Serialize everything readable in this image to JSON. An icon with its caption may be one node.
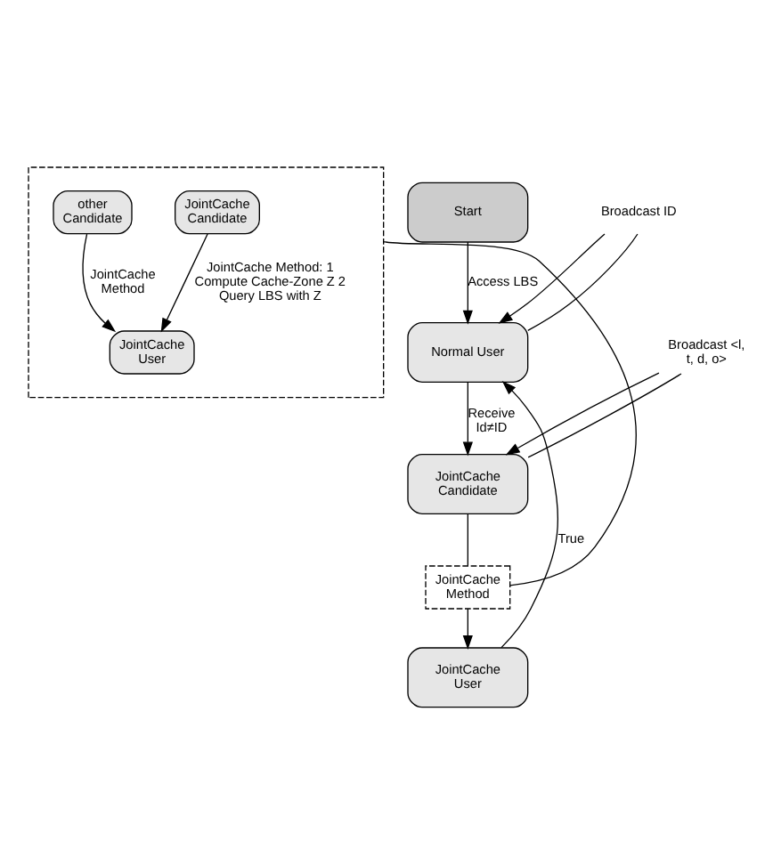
{
  "diagram": {
    "nodes": [
      {
        "text": [
          "Start"
        ]
      },
      {
        "text": [
          "Broadcast ID"
        ]
      },
      {
        "text": [
          "Normal User"
        ]
      },
      {
        "text": [
          "Broadcast <l, t, d, o>"
        ]
      },
      {
        "text": [
          "JointCache Candidate"
        ]
      },
      {
        "text": [
          "JointCache Method"
        ]
      },
      {
        "text": [
          "JointCache User"
        ]
      },
      {
        "text": [],
        "shape": "box"
      },
      {
        "text": [
          "JointCache Candidate"
        ],
        "in": 7
      },
      {
        "text": [
          "other Candidate"
        ],
        "in": 7
      },
      {
        "text": [
          "JointCache User"
        ],
        "in": 7
      }
    ],
    "edges": [
      {
        "from": 0,
        "to": 2,
        "arrow": "to",
        "label": "Access LBS"
      },
      {
        "from": 1,
        "to": 2,
        "arrow": "to"
      },
      {
        "from": 1,
        "to": 2,
        "arrow": "none"
      },
      {
        "from": 2,
        "to": 4,
        "arrow": "to",
        "label": "Receive Id≠ID"
      },
      {
        "from": 3,
        "to": 4,
        "arrow": "to"
      },
      {
        "from": 3,
        "to": 4,
        "arrow": "none"
      },
      {
        "from": 4,
        "to": 5,
        "arrow": "none"
      },
      {
        "from": 5,
        "to": 6,
        "arrow": "to"
      },
      {
        "from": 6,
        "to": 2,
        "arrow": "to",
        "label": "True"
      },
      {
        "from": 5,
        "to": 7,
        "arrow": "none"
      },
      {
        "from": 8,
        "to": 10,
        "arrow": "to",
        "label": "JointCache Method: 1 Compute Cache-Zone Z 2 Query LBS with Z"
      },
      {
        "from": 9,
        "to": 10,
        "arrow": "to",
        "label": "JointCache Method"
      }
    ]
  }
}
